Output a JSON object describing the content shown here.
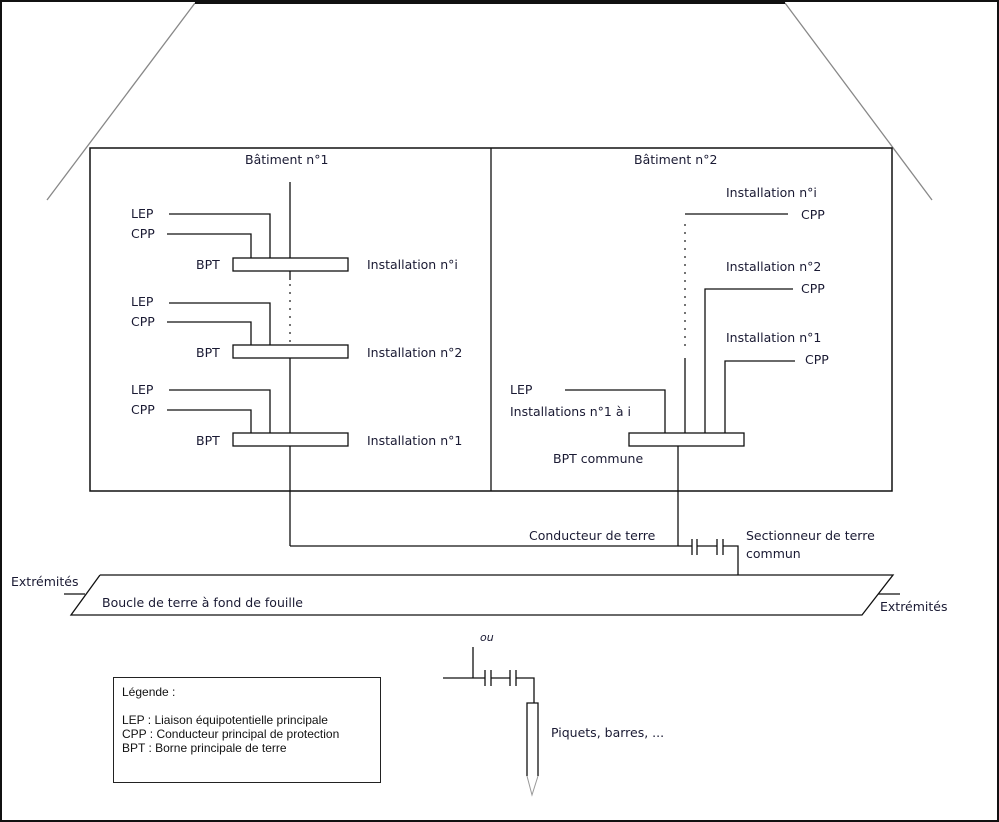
{
  "diagram": {
    "building1": {
      "title": "Bâtiment n°1",
      "installations": [
        {
          "name": "Installation n°i",
          "lep": "LEP",
          "cpp": "CPP",
          "bpt": "BPT"
        },
        {
          "name": "Installation n°2",
          "lep": "LEP",
          "cpp": "CPP",
          "bpt": "BPT"
        },
        {
          "name": "Installation n°1",
          "lep": "LEP",
          "cpp": "CPP",
          "bpt": "BPT"
        }
      ]
    },
    "building2": {
      "title": "Bâtiment n°2",
      "installations": [
        {
          "name": "Installation n°i",
          "cpp": "CPP"
        },
        {
          "name": "Installation n°2",
          "cpp": "CPP"
        },
        {
          "name": "Installation n°1",
          "cpp": "CPP"
        }
      ],
      "lep": "LEP",
      "lep_scope": "Installations n°1 à i",
      "bpt": "BPT commune"
    },
    "earth_conductor": "Conducteur de terre",
    "disconnector": "Sectionneur de terre",
    "disconnector_line2": "commun",
    "ground_loop": "Boucle de terre à fond de fouille",
    "ends_left": "Extrémités",
    "ends_right": "Extrémités",
    "alternative": "ou",
    "rods": "Piquets, barres, ..."
  },
  "legend": {
    "title": "Légende :",
    "items": [
      "LEP : Liaison équipotentielle principale",
      "CPP : Conducteur principal de protection",
      "BPT : Borne principale de terre"
    ]
  }
}
